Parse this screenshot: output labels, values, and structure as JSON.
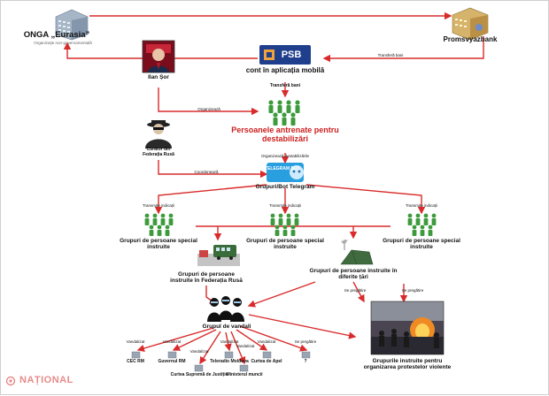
{
  "nodes": {
    "onga": {
      "title": "ONGA „Eurasia”",
      "subtitle": "Organizație non-guvernamentală"
    },
    "promsvyazbank": {
      "title": "Promsvyazbank"
    },
    "ilan_sor": {
      "name": "Ilan Șor"
    },
    "psb": {
      "brand": "PSB",
      "title": "cont în aplicația mobilă"
    },
    "persons": {
      "title": "Persoanele antrenate pentru destabilizări"
    },
    "curator": {
      "title": "Curator din Federația Rusă"
    },
    "telegram": {
      "badge": "TELEGRAM BOT",
      "title": "Grupuri/Bot Telegram"
    },
    "group_left": {
      "title": "Grupuri de persoane special instruite"
    },
    "group_mid": {
      "title": "Grupuri de persoane special instruite"
    },
    "group_right": {
      "title": "Grupuri de persoane special instruite"
    },
    "group_russia": {
      "title": "Grupuri de persoane instruite în Federația Rusă"
    },
    "group_abroad": {
      "title": "Grupuri de persoane instruite în diferite țări"
    },
    "vandals": {
      "title": "Grupul de vandali"
    },
    "protest_groups": {
      "title": "Grupurile instruite pentru organizarea protestelor violente"
    }
  },
  "edge_labels": {
    "transfer_psb_onga": "Transferă bani",
    "transfer_psb_persons": "Transferă bani",
    "organize": "Organizează",
    "organize_destab": "Organizează destabilizările",
    "coordinate": "Coordonează",
    "transmit_left": "Transmite indicații",
    "transmit_mid": "Transmite indicații",
    "transmit_right": "Transmite indicații",
    "prepare_a": "Se pregătire",
    "prepare_b": "Se pregătire"
  },
  "targets": [
    {
      "action": "Vandalizat",
      "name": "CEC RM"
    },
    {
      "action": "Vandalizat",
      "name": "Guvernul RM"
    },
    {
      "action": "Vandalizat",
      "name": "Curtea Supremă de Justiție"
    },
    {
      "action": "Vandalizat",
      "name": "Teleradio Moldova"
    },
    {
      "action": "Vandalizat",
      "name": "Ministerul muncii"
    },
    {
      "action": "Vandalizat",
      "name": "Curtea de Apel"
    },
    {
      "action": "Se pregătire",
      "name": "?"
    }
  ],
  "footer": {
    "brand": "NAȚIONAL"
  },
  "colors": {
    "arrow": "#d92b2b",
    "people": "#3d9b3d",
    "psb": "#1f3f8c",
    "title_red": "#cc1f1f",
    "telegram": "#2a9fe0"
  },
  "icons": [
    "building-icon",
    "bank-building-icon",
    "portrait-icon",
    "spy-icon",
    "people-group-icon",
    "telegram-bot-icon",
    "bus-icon",
    "military-tent-icon",
    "vandals-icon",
    "institution-icon",
    "protest-photo"
  ]
}
